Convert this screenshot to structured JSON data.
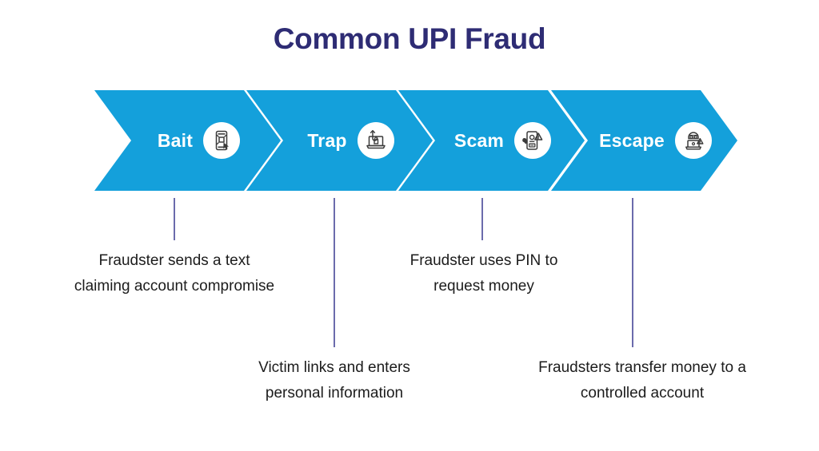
{
  "page": {
    "title": "Common UPI Fraud",
    "background_color": "#ffffff",
    "title_color": "#2e2c74",
    "chevron_color": "#14a0db",
    "connector_color": "#6b6bac",
    "description_color": "#1c1c1c"
  },
  "stages": [
    {
      "label": "Bait",
      "icon": "phone-click-icon",
      "description": "Fraudster sends a text claiming account compromise"
    },
    {
      "label": "Trap",
      "icon": "laptop-phishing-hook-icon",
      "description": "Victim links and enters personal information"
    },
    {
      "label": "Scam",
      "icon": "phone-warning-money-icon",
      "description": "Fraudster uses PIN to request money"
    },
    {
      "label": "Escape",
      "icon": "hacker-laptop-icon",
      "description": "Fraudsters transfer money to a controlled account"
    }
  ]
}
